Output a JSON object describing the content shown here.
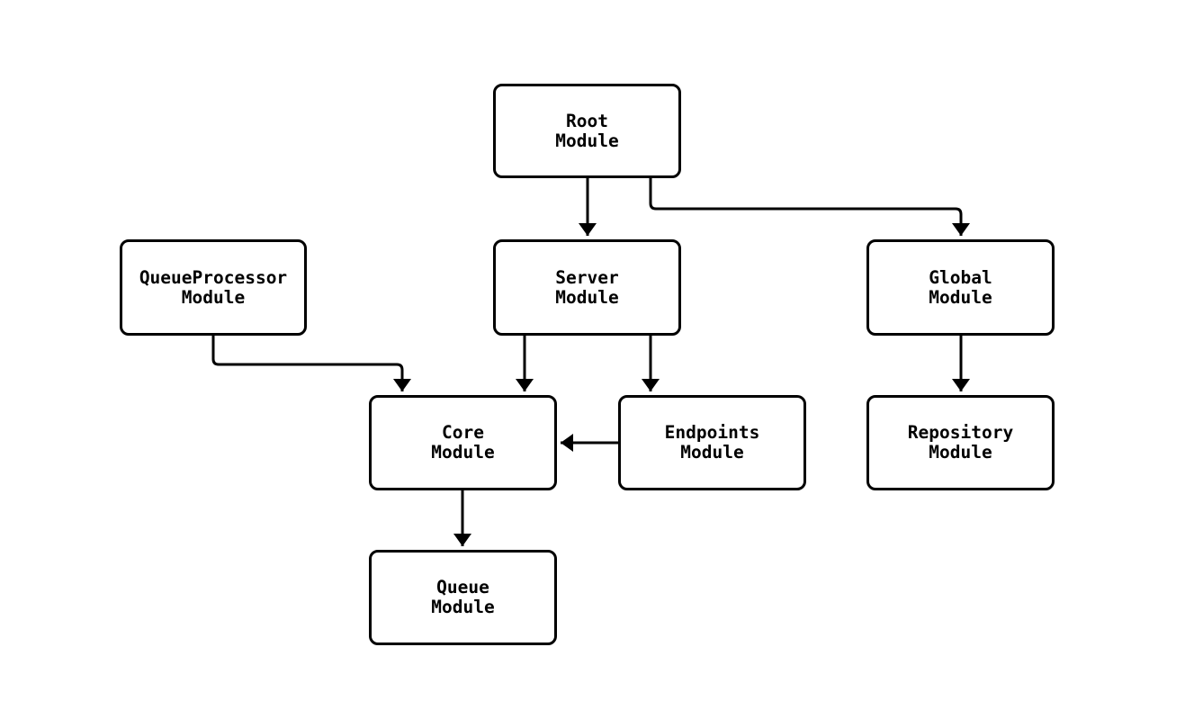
{
  "diagram": {
    "type": "flowchart",
    "colors": {
      "background": "#ffffff",
      "box_fill": "#ffffff",
      "box_border": "#000000",
      "line": "#000000",
      "text": "#000000"
    },
    "nodes": [
      {
        "id": "root",
        "label": "Root\nModule"
      },
      {
        "id": "queueprocessor",
        "label": "QueueProcessor\nModule"
      },
      {
        "id": "server",
        "label": "Server\nModule"
      },
      {
        "id": "global",
        "label": "Global\nModule"
      },
      {
        "id": "core",
        "label": "Core\nModule"
      },
      {
        "id": "endpoints",
        "label": "Endpoints\nModule"
      },
      {
        "id": "repository",
        "label": "Repository\nModule"
      },
      {
        "id": "queue",
        "label": "Queue\nModule"
      }
    ],
    "edges": [
      {
        "from": "Root Module",
        "to": "Server Module"
      },
      {
        "from": "Root Module",
        "to": "Global Module"
      },
      {
        "from": "QueueProcessor Module",
        "to": "Core Module"
      },
      {
        "from": "Server Module",
        "to": "Core Module"
      },
      {
        "from": "Server Module",
        "to": "Endpoints Module"
      },
      {
        "from": "Endpoints Module",
        "to": "Core Module"
      },
      {
        "from": "Global Module",
        "to": "Repository Module"
      },
      {
        "from": "Core Module",
        "to": "Queue Module"
      }
    ]
  }
}
